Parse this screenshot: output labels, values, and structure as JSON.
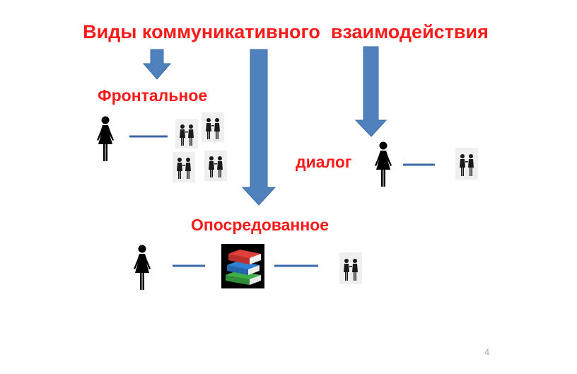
{
  "title": "Виды коммуникативного  взаимодействия",
  "types": {
    "frontal": "Фронтальное",
    "dialog": "диалог",
    "mediated": "Опосредованное"
  },
  "page_number": "4",
  "colors": {
    "title_text": "#ff1a1a",
    "arrow_fill": "#4f81bd",
    "connector_line": "#3b68a8",
    "figure": "#000000"
  },
  "icons": {
    "teacher": "woman-icon",
    "pair": "pair-of-people-icon",
    "books": "books-icon"
  }
}
